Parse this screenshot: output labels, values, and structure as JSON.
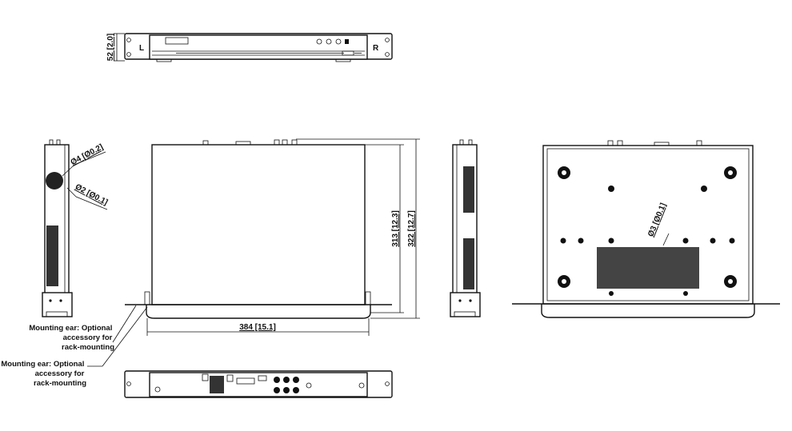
{
  "top_view": {
    "left_label": "L",
    "right_label": "R",
    "height_dim": "52 [2.0]"
  },
  "plan_view": {
    "width_dim": "384 [15.1]",
    "depth_inner_dim": "313 [12.3]",
    "depth_outer_dim": "322 [12.7]"
  },
  "side_view": {
    "hole_large_dim": "Ø4 [Ø0.2]",
    "hole_small_dim": "Ø2 [Ø0.1]"
  },
  "bottom_view": {
    "hole_dim": "Ø3 [Ø0.1]"
  },
  "notes": [
    {
      "lines": [
        "Mounting ear: Optional",
        "accessory for",
        "rack-mounting"
      ]
    },
    {
      "lines": [
        "Mounting ear: Optional",
        "accessory for",
        "rack-mounting"
      ]
    }
  ]
}
